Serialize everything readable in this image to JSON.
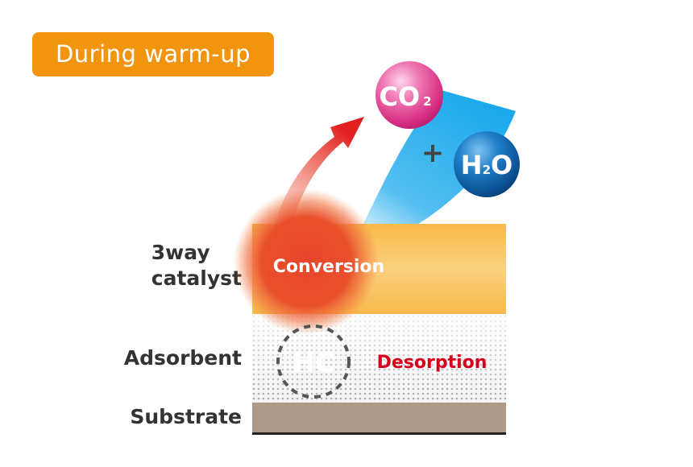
{
  "badge": {
    "label": "During warm-up"
  },
  "labels": {
    "catalyst_line1": "3way",
    "catalyst_line2": "catalyst",
    "adsorbent": "Adsorbent",
    "substrate": "Substrate"
  },
  "reaction": {
    "conversion": "Conversion",
    "desorption": "Desorption",
    "hc": "HC",
    "plus": "+",
    "co2_main": "CO",
    "co2_sub": "2",
    "h2o_h": "H",
    "h2o_sub": "2",
    "h2o_o": "O"
  },
  "colors": {
    "badge": "#f0950d",
    "catalyst_layer": "#f9c46a",
    "conversion_glow": "#e8452c",
    "desorption_text": "#d6001c",
    "co2_molecule": "#e2458e",
    "h2o_molecule": "#0b5aa3",
    "exhaust_stream": "#1ba9ec",
    "substrate": "#ad9a88"
  }
}
